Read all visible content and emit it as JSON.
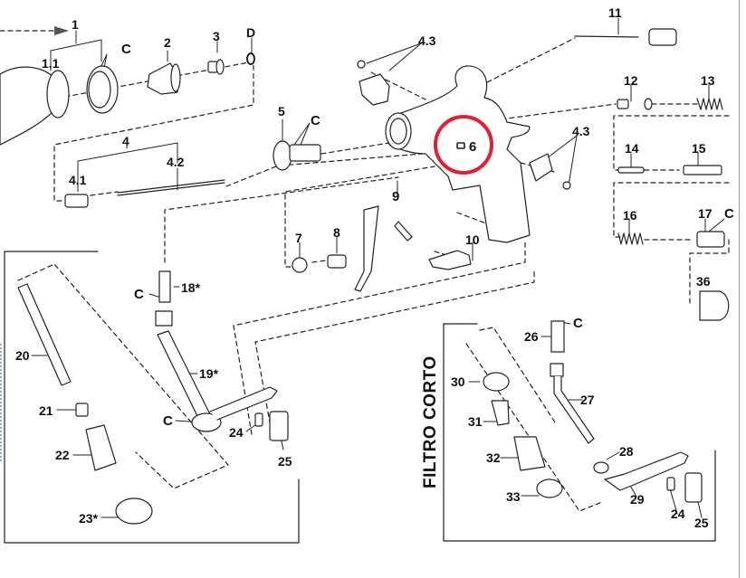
{
  "diagram": {
    "type": "exploded-parts-view",
    "subject": "spray gun",
    "highlight": {
      "part": "6",
      "color": "#e0202a"
    },
    "line_color": "#222222",
    "section_labels": {
      "short_filter": "FILTRO CORTO"
    },
    "callouts": {
      "p1": "1",
      "p1_1": "1.1",
      "c_top": "C",
      "p2": "2",
      "p3": "3",
      "pD": "D",
      "p4": "4",
      "p4_1": "4.1",
      "p4_2": "4.2",
      "p4_3a": "4.3",
      "p4_3b": "4.3",
      "p5": "5",
      "c5": "C",
      "p6": "6",
      "p7": "7",
      "p8": "8",
      "p9": "9",
      "p10": "10",
      "p11": "11",
      "p12": "12",
      "p13": "13",
      "p14": "14",
      "p15": "15",
      "p16": "16",
      "p17": "17",
      "c17": "C",
      "p36": "36",
      "p18": "18*",
      "c18": "C",
      "p19": "19*",
      "c19": "C",
      "p20": "20",
      "p21": "21",
      "p22": "22",
      "p23": "23*",
      "p24a": "24",
      "p25a": "25",
      "p26": "26",
      "c26": "C",
      "p27": "27",
      "p28": "28",
      "p29": "29",
      "p30": "30",
      "p31": "31",
      "p32": "32",
      "p33": "33",
      "p24b": "24",
      "p25b": "25"
    }
  }
}
